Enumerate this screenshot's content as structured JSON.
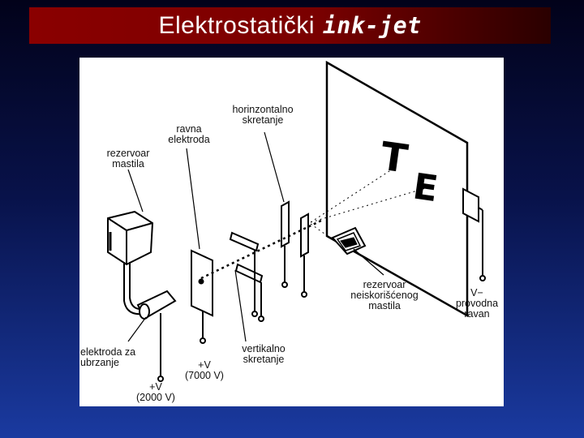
{
  "title": {
    "main": "Elektrostatički",
    "emph": "ink-jet"
  },
  "labels": {
    "reservoir": "rezervoar\nmastila",
    "flat_electrode": "ravna\nelektroda",
    "horizontal": "horinzontalno\nskretanje",
    "unused_reservoir": "rezervoar\nneiskorišćenog\nmastila",
    "conductive_plane": "V−\nprovodna\nravan",
    "accel_electrode": "elektroda za\nubrzanje",
    "vertical": "vertikalno\nskretanje",
    "v7000": "+V\n(7000 V)",
    "v2000": "+V\n(2000 V)"
  },
  "paper_letters": [
    "T",
    "E"
  ],
  "colors": {
    "title_bg": "#8a0000",
    "background": "#08124a"
  }
}
